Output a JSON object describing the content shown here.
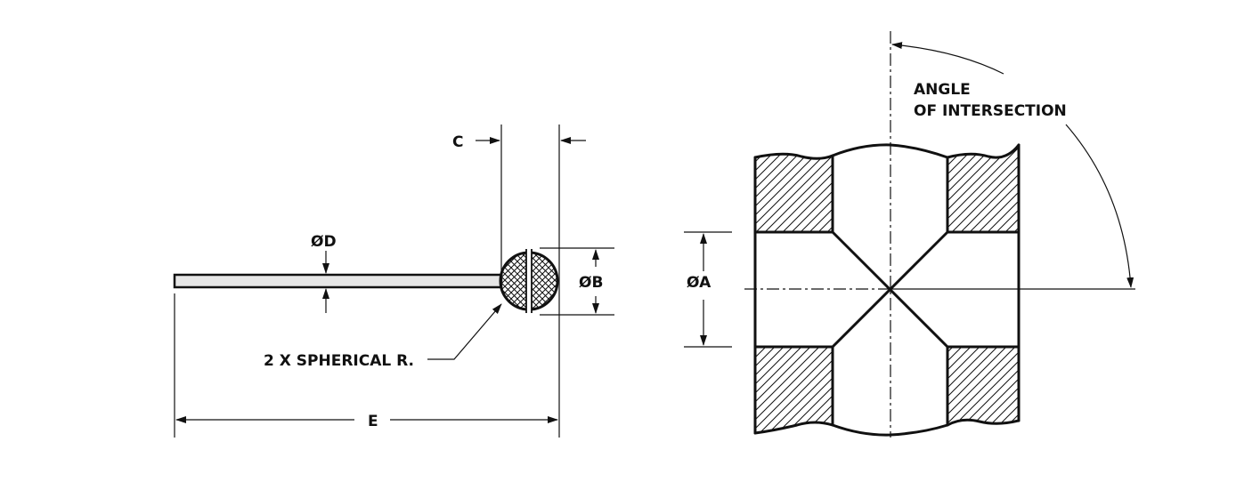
{
  "labels": {
    "c": "C",
    "d": "ØD",
    "b": "ØB",
    "a": "ØA",
    "e": "E",
    "spherical": "2 X SPHERICAL R.",
    "angle_line1": "ANGLE",
    "angle_line2": "OF INTERSECTION"
  }
}
